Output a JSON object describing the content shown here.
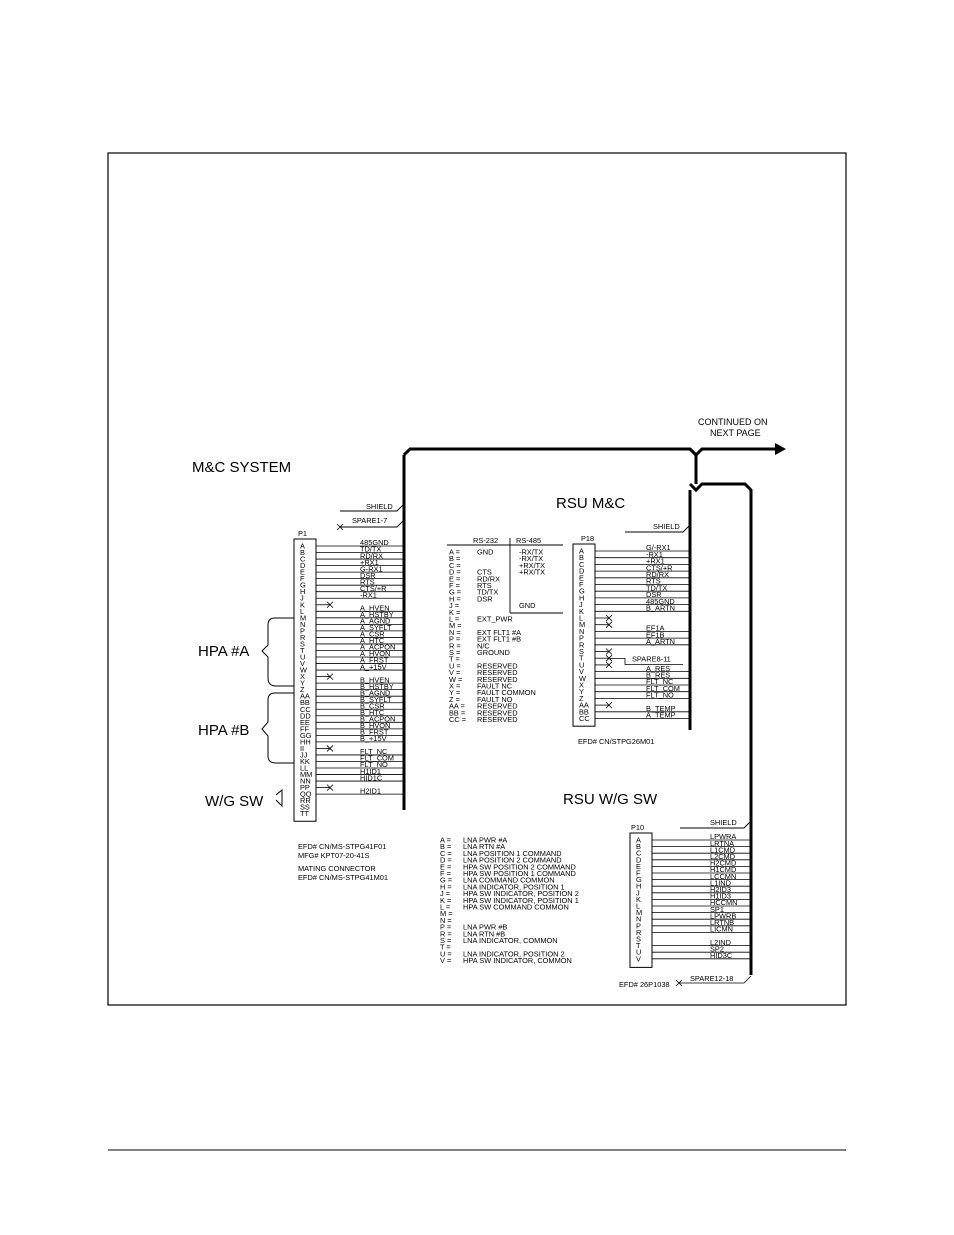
{
  "diagram": {
    "continued": [
      "CONTINUED ON",
      "NEXT PAGE"
    ],
    "mc": {
      "title": "M&C SYSTEM",
      "connector": "P1",
      "shield": "SHIELD",
      "spare_top": "SPARE1-7",
      "pins": [
        "A",
        "B",
        "C",
        "D",
        "E",
        "F",
        "G",
        "H",
        "J",
        "K",
        "L",
        "M",
        "N",
        "P",
        "R",
        "S",
        "T",
        "U",
        "V",
        "W",
        "X",
        "Y",
        "Z",
        "AA",
        "BB",
        "CC",
        "DD",
        "EE",
        "FF",
        "GG",
        "HH",
        "II",
        "JJ",
        "KK",
        "LL",
        "MM",
        "NN",
        "PP",
        "QQ",
        "RR",
        "SS",
        "TT"
      ],
      "signals": [
        "485GND",
        "TD/TX",
        "RD/RX",
        "+RX1",
        "G-RX1",
        "DSR",
        "RTS",
        "CTS/+R",
        "-RX1",
        "",
        "A_HVEN",
        "A_HSTBY",
        "A_AGND",
        "A_SYFLT",
        "A_CSR",
        "A_HTC",
        "A_ACPON",
        "A_HVON",
        "A_FRST",
        "A_+15V",
        "",
        "B_HVEN",
        "B_HSTBY",
        "B_AGND",
        "B_SYFLT",
        "B_CSR",
        "B_HTC",
        "B_ACPON",
        "B_HVON",
        "B_FRST",
        "B_+15V",
        "",
        "FLT_NC",
        "FLT_COM",
        "FLT_NO",
        "H1ID1",
        "HID1C",
        "",
        "H2ID1",
        "",
        "",
        ""
      ],
      "groups": [
        "HPA #A",
        "HPA #B",
        "W/G SW"
      ],
      "notes": [
        "EFD# CN/MS-STPG41F01",
        "MFG# KPT07-20-41S",
        "MATING CONNECTOR",
        "EFD# CN/MS-STPG41M01"
      ]
    },
    "rsu_mc": {
      "title": "RSU M&C",
      "connector": "P18",
      "shield": "SHIELD",
      "pins": [
        "A",
        "B",
        "C",
        "D",
        "E",
        "F",
        "G",
        "H",
        "J",
        "K",
        "L",
        "M",
        "N",
        "P",
        "R",
        "S",
        "T",
        "U",
        "V",
        "W",
        "X",
        "Y",
        "Z",
        "AA",
        "BB",
        "CC"
      ],
      "signals": [
        "G/-RX1",
        "-RX1",
        "+RX1",
        "CTS/+R",
        "RD/RX",
        "RTS",
        "TD/TX",
        "DSR",
        "485GND",
        "B_ARTN",
        "",
        "",
        "EF1A",
        "EF1B",
        "A_ARTN",
        "",
        "",
        "",
        "A_RES",
        "B_RES",
        "FLT_NC",
        "FLT_COM",
        "FLT_NO",
        "",
        "B_TEMP",
        "A_TEMP"
      ],
      "spare": "SPARE8-11",
      "note": "EFD# CN/STPG26M01"
    },
    "rs_table": {
      "rs232": "RS-232",
      "rs485": "RS-485",
      "pins": [
        "A",
        "B",
        "C",
        "D",
        "E",
        "F",
        "G",
        "H",
        "J",
        "K",
        "L",
        "M",
        "N",
        "P",
        "R",
        "S",
        "T",
        "U",
        "V",
        "W",
        "X",
        "Y",
        "Z",
        "AA",
        "BB",
        "CC"
      ],
      "rs232_col": [
        "GND",
        "",
        "",
        "CTS",
        "RD/RX",
        "RTS",
        "TD/TX",
        "DSR",
        ""
      ],
      "rs485_col": [
        "-RX/TX",
        "-RX/TX",
        "+RX/TX",
        "+RX/TX",
        "",
        "",
        "",
        "",
        "GND"
      ],
      "lower": [
        "",
        "EXT_PWR",
        "",
        "EXT FLT1 #A",
        "EXT FLT1 #B",
        "N/C",
        "GROUND",
        "",
        "RESERVED",
        "RESERVED",
        "RESERVED",
        "FAULT NC",
        "FAULT COMMON",
        "FAULT NO",
        "RESERVED",
        "RESERVED",
        "RESERVED"
      ]
    },
    "rsu_wg": {
      "title": "RSU W/G SW",
      "connector": "P10",
      "shield": "SHIELD",
      "pins": [
        "A",
        "B",
        "C",
        "D",
        "E",
        "F",
        "G",
        "H",
        "J",
        "K",
        "L",
        "M",
        "N",
        "P",
        "R",
        "S",
        "T",
        "U",
        "V"
      ],
      "signals": [
        "LPWRA",
        "LRTNA",
        "L1CMD",
        "L2CMD",
        "H2CMD",
        "H1CMD",
        "LCCMN",
        "L1IND",
        "H2ID3",
        "H1ID3",
        "HCCMN",
        "SP1",
        "LPWRB",
        "LRTNB",
        "LICMN",
        "",
        "L2IND",
        "SP2",
        "HID3C"
      ],
      "spare": "SPARE12-18",
      "note": "EFD# 26P1038"
    },
    "lna_legend": {
      "pins": [
        "A",
        "B",
        "C",
        "D",
        "E",
        "F",
        "G",
        "H",
        "J",
        "K",
        "L",
        "M",
        "N",
        "P",
        "R",
        "S",
        "T",
        "U",
        "V"
      ],
      "desc": [
        "LNA PWR #A",
        "LNA RTN #A",
        "LNA POSITION 1 COMMAND",
        "LNA POSITION 2 COMMAND",
        "HPA SW POSITION 2 COMMAND",
        "HPA SW POSITION 1 COMMAND",
        "LNA COMMAND COMMON",
        "LNA INDICATOR, POSITION 1",
        "HPA SW INDICATOR, POSITION 2",
        "HPA SW INDICATOR, POSITION 1",
        "HPA SW COMMAND COMMON",
        "",
        "",
        "LNA PWR #B",
        "LNA RTN #B",
        "LNA INDICATOR, COMMON",
        "",
        "LNA INDICATOR, POSITION 2",
        "HPA SW INDICATOR, COMMON"
      ]
    }
  }
}
